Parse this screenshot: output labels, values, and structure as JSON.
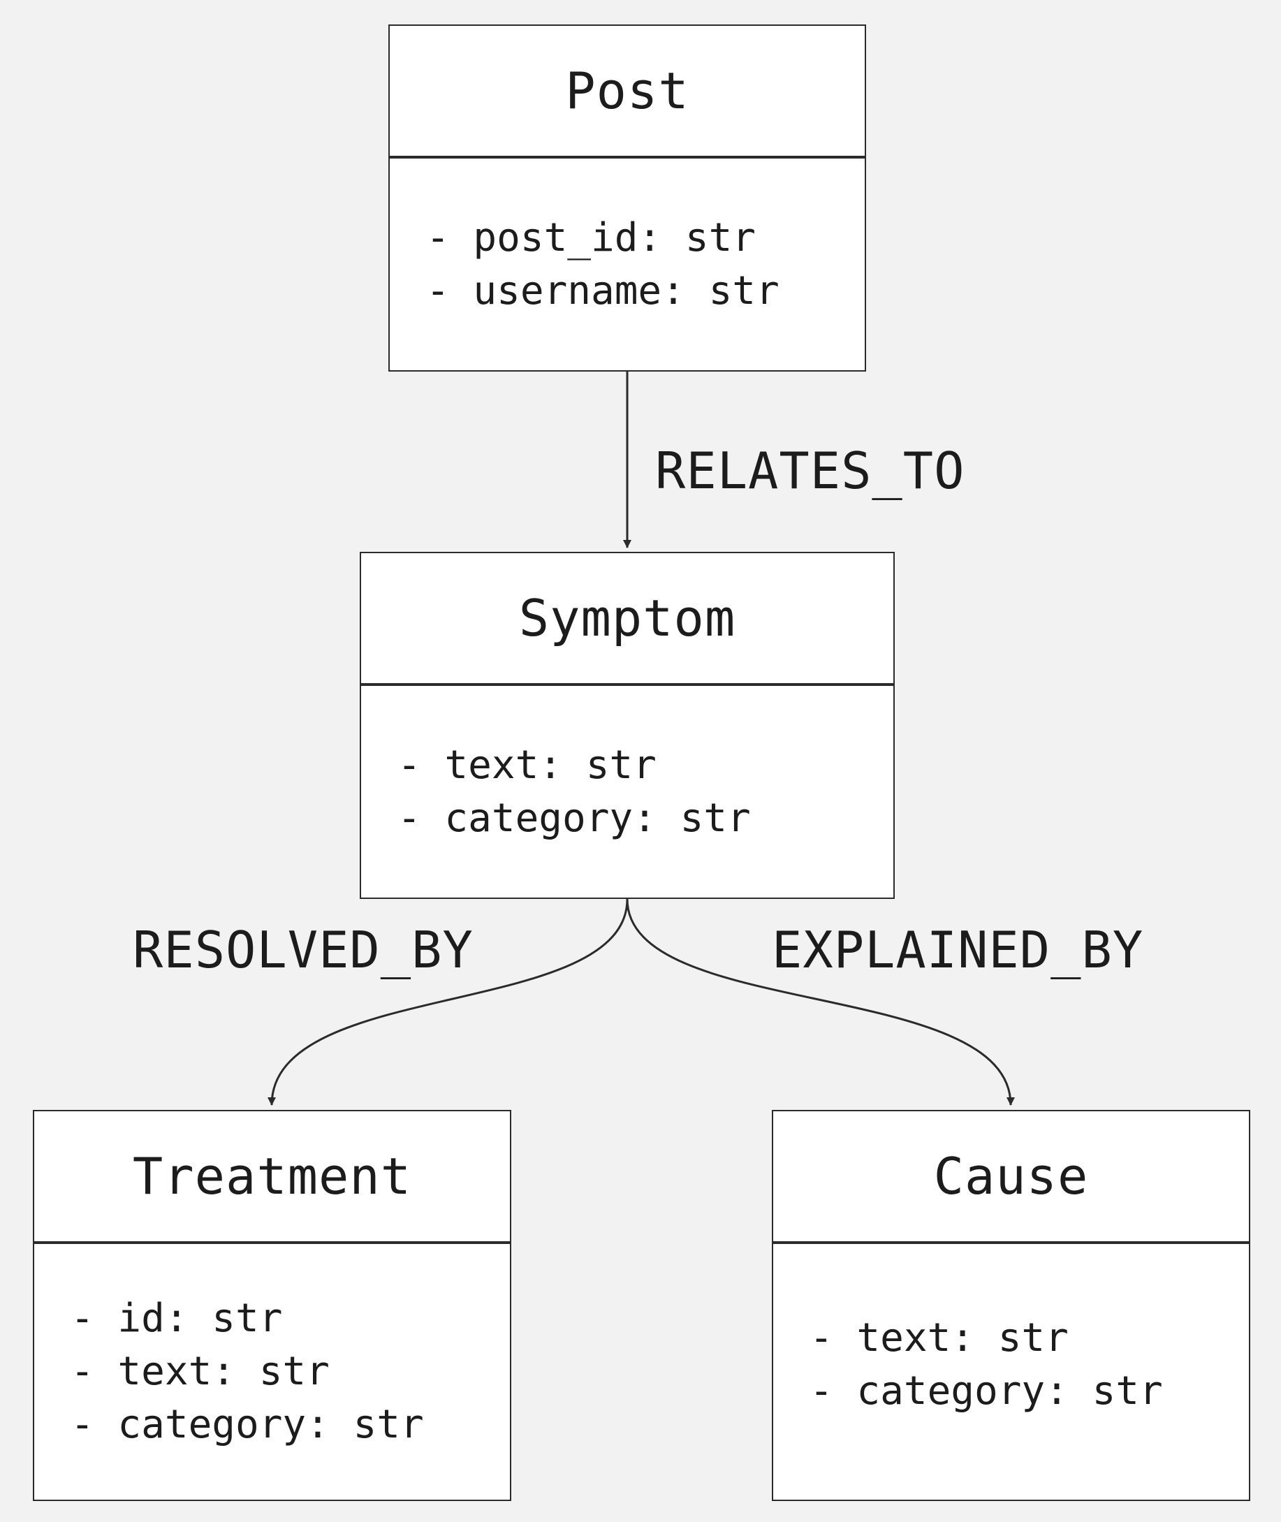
{
  "classes": {
    "post": {
      "name": "Post",
      "attributes": [
        "- post_id: str",
        "- username: str"
      ]
    },
    "symptom": {
      "name": "Symptom",
      "attributes": [
        "- text: str",
        "- category: str"
      ]
    },
    "treatment": {
      "name": "Treatment",
      "attributes": [
        "- id: str",
        "- text: str",
        "- category: str"
      ]
    },
    "cause": {
      "name": "Cause",
      "attributes": [
        "- text: str",
        "- category: str"
      ]
    }
  },
  "relations": {
    "relates_to": "RELATES_TO",
    "resolved_by": "RESOLVED_BY",
    "explained_by": "EXPLAINED_BY"
  },
  "colors": {
    "background": "#f2f2f2",
    "box_fill": "#ffffff",
    "stroke": "#2b2b2b",
    "text": "#1c1c1c"
  }
}
